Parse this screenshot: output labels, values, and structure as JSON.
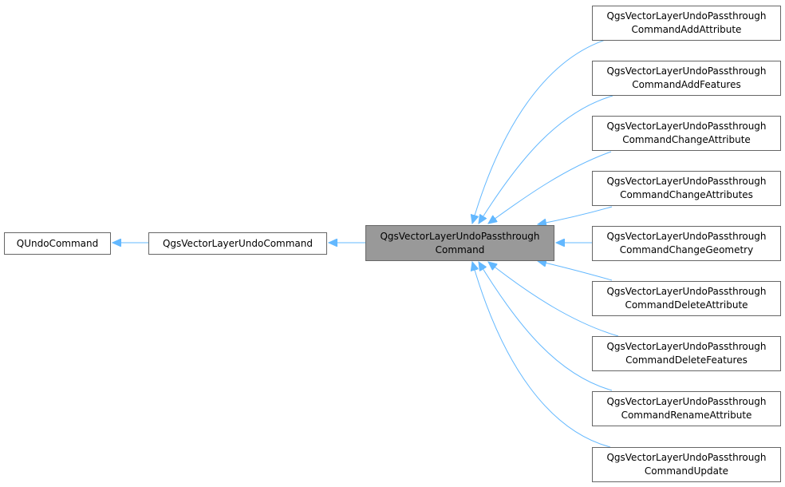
{
  "colors": {
    "edge": "#63b8ff",
    "node_border": "#666666",
    "node_fill": "#ffffff",
    "current_fill": "#999999"
  },
  "nodes": {
    "qundo": {
      "label": "QUndoCommand"
    },
    "qgsundo": {
      "label": "QgsVectorLayerUndoCommand"
    },
    "current": {
      "line1": "QgsVectorLayerUndoPassthrough",
      "line2": "Command"
    },
    "children": [
      {
        "line1": "QgsVectorLayerUndoPassthrough",
        "line2": "CommandAddAttribute"
      },
      {
        "line1": "QgsVectorLayerUndoPassthrough",
        "line2": "CommandAddFeatures"
      },
      {
        "line1": "QgsVectorLayerUndoPassthrough",
        "line2": "CommandChangeAttribute"
      },
      {
        "line1": "QgsVectorLayerUndoPassthrough",
        "line2": "CommandChangeAttributes"
      },
      {
        "line1": "QgsVectorLayerUndoPassthrough",
        "line2": "CommandChangeGeometry"
      },
      {
        "line1": "QgsVectorLayerUndoPassthrough",
        "line2": "CommandDeleteAttribute"
      },
      {
        "line1": "QgsVectorLayerUndoPassthrough",
        "line2": "CommandDeleteFeatures"
      },
      {
        "line1": "QgsVectorLayerUndoPassthrough",
        "line2": "CommandRenameAttribute"
      },
      {
        "line1": "QgsVectorLayerUndoPassthrough",
        "line2": "CommandUpdate"
      }
    ]
  }
}
